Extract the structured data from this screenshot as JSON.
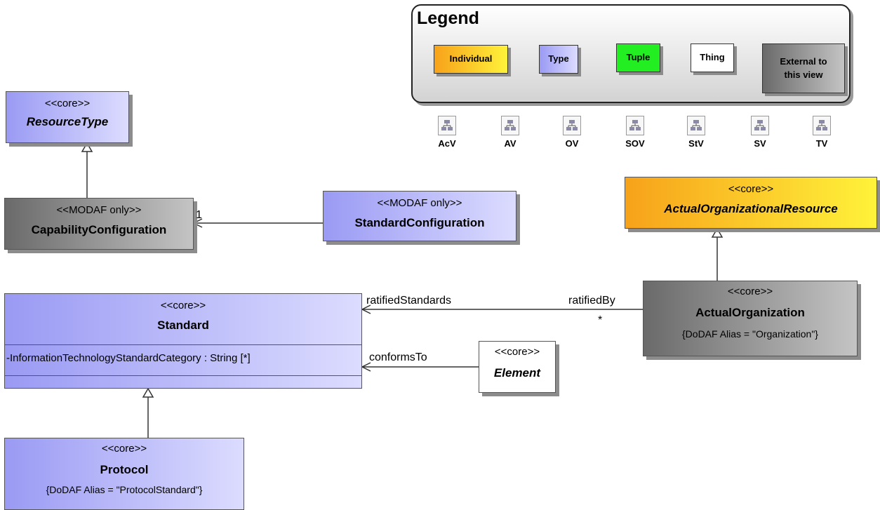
{
  "legend": {
    "title": "Legend",
    "items": [
      {
        "label": "Individual",
        "color": "#ffa500"
      },
      {
        "label": "Type",
        "color": "#b0b0ff"
      },
      {
        "label": "Tuple",
        "color": "#22dd22"
      },
      {
        "label": "Thing",
        "color": "#ffffff"
      },
      {
        "label": "External to this view",
        "color": "#808080"
      }
    ]
  },
  "views": [
    "AcV",
    "AV",
    "OV",
    "SOV",
    "StV",
    "SV",
    "TV"
  ],
  "classes": {
    "resource_type": {
      "stereotype": "<<core>>",
      "name": "ResourceType"
    },
    "capability_configuration": {
      "stereotype": "<<MODAF only>>",
      "name": "CapabilityConfiguration"
    },
    "standard_configuration": {
      "stereotype": "<<MODAF only>>",
      "name": "StandardConfiguration"
    },
    "actual_organizational_resource": {
      "stereotype": "<<core>>",
      "name": "ActualOrganizationalResource"
    },
    "actual_organization": {
      "stereotype": "<<core>>",
      "name": "ActualOrganization",
      "tag": "{DoDAF Alias = \"Organization\"}"
    },
    "standard": {
      "stereotype": "<<core>>",
      "name": "Standard",
      "attribute": "-InformationTechnologyStandardCategory : String [*]"
    },
    "element": {
      "stereotype": "<<core>>",
      "name": "Element"
    },
    "protocol": {
      "stereotype": "<<core>>",
      "name": "Protocol",
      "tag": "{DoDAF Alias = \"ProtocolStandard\"}"
    }
  },
  "associations": {
    "capconfig_multiplicity": "1",
    "ratified_standards": "ratifiedStandards",
    "ratified_by": "ratifiedBy",
    "ratified_by_multiplicity": "*",
    "conforms_to": "conformsTo"
  }
}
